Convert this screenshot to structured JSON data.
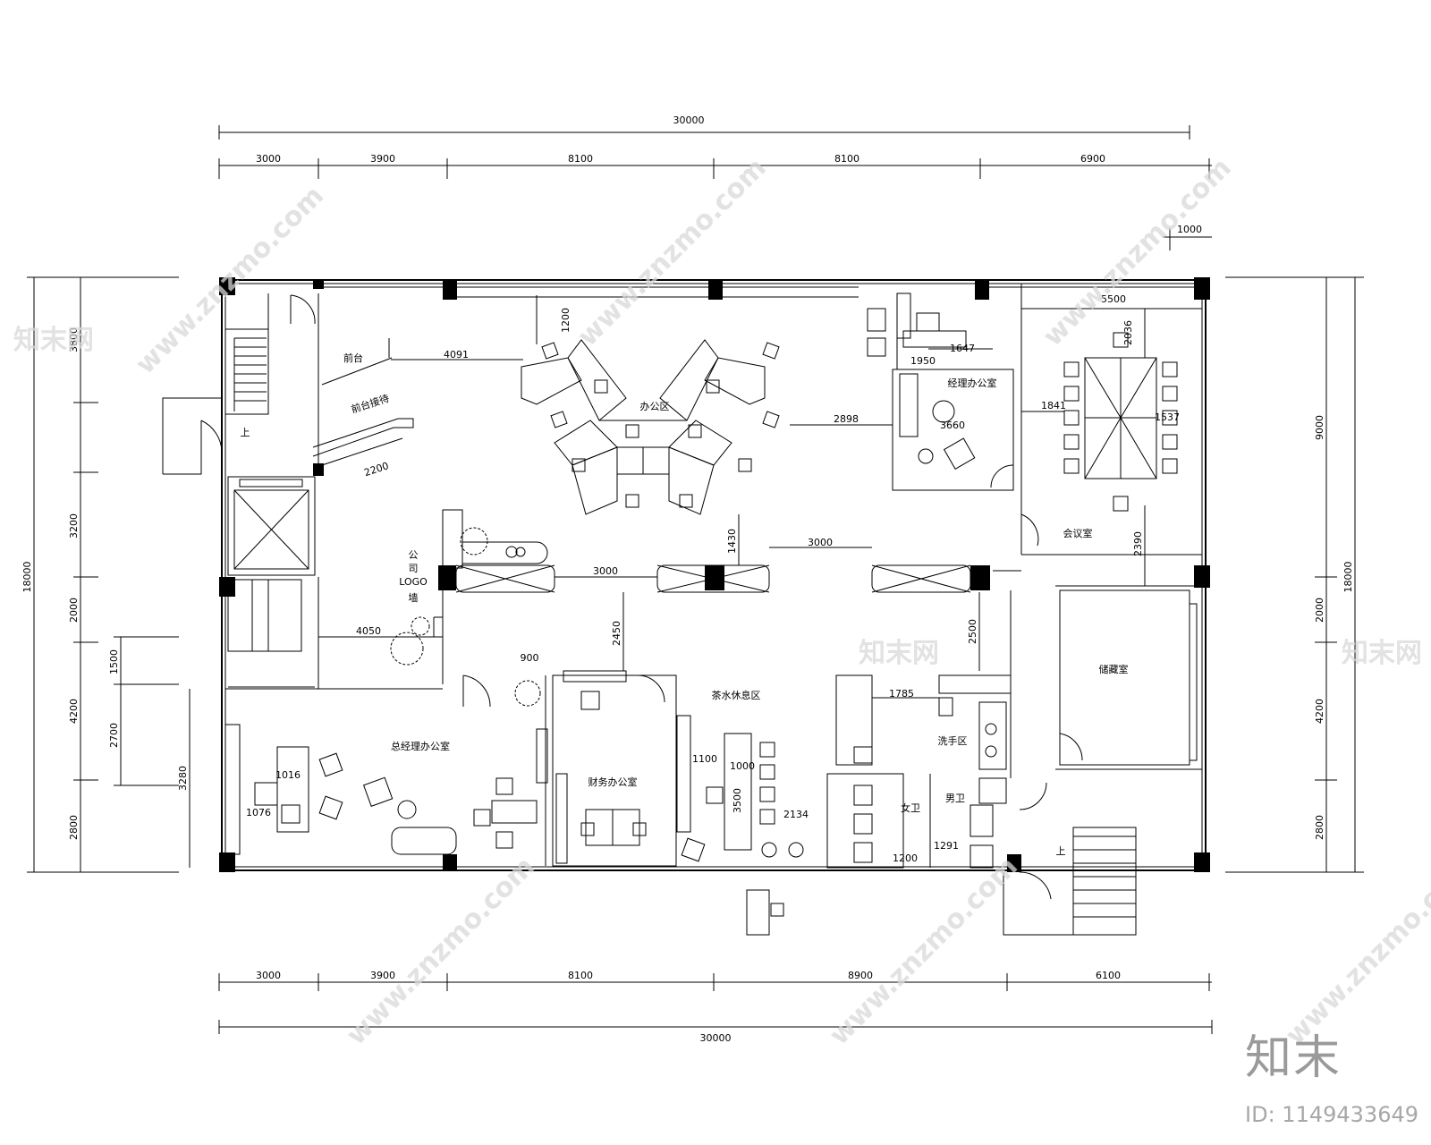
{
  "plan": {
    "top_overall": "30000",
    "bottom_overall": "30000",
    "top_segments": [
      "3000",
      "3900",
      "8100",
      "8100",
      "6900"
    ],
    "bottom_segments": [
      "3000",
      "3900",
      "8100",
      "8900",
      "6100"
    ],
    "top_right_small": "1000",
    "left_overall": "18000",
    "right_overall": "18000",
    "left_segments": [
      "3800",
      "3200",
      "2000",
      "4200",
      "2800"
    ],
    "left_inner": [
      "1500",
      "2700"
    ],
    "left_door_dim": "3280",
    "right_segments": [
      "9000",
      "2000",
      "4200",
      "2800"
    ],
    "rooms": {
      "office_area": "办公区",
      "manager_office": "经理办公室",
      "meeting_room": "会议室",
      "storage": "储藏室",
      "tea_area": "茶水休息区",
      "finance": "财务办公室",
      "gm_office": "总经理办公室",
      "washroom": "洗手区",
      "male": "男卫",
      "female": "女卫",
      "reception": "前台",
      "front_desk": "前台接待",
      "logo_wall": [
        "公",
        "司",
        "LOGO",
        "墙"
      ],
      "stair_up_left": "上",
      "stair_up_right": "上"
    },
    "inner_dims": {
      "d4091": "4091",
      "d1200": "1200",
      "d2200": "2200",
      "d3000a": "3000",
      "d3000b": "3000",
      "d1430": "1430",
      "d2450": "2450",
      "d4050": "4050",
      "d900": "900",
      "d2898": "2898",
      "d1647": "1647",
      "d1950": "1950",
      "d3660": "3660",
      "d5500": "5500",
      "d2036": "2036",
      "d1841": "1841",
      "d1537": "1537",
      "d2390": "2390",
      "d2500": "2500",
      "d1785": "1785",
      "d1100": "1100",
      "d1000": "1000",
      "d3500": "3500",
      "d2134": "2134",
      "d1016": "1016",
      "d1076": "1076",
      "d1200b": "1200",
      "d1291": "1291"
    }
  },
  "watermark": {
    "text": "www.znzmo.com",
    "cn": "知末网"
  },
  "brand": {
    "logo": "知末",
    "id": "ID: 1149433649"
  }
}
